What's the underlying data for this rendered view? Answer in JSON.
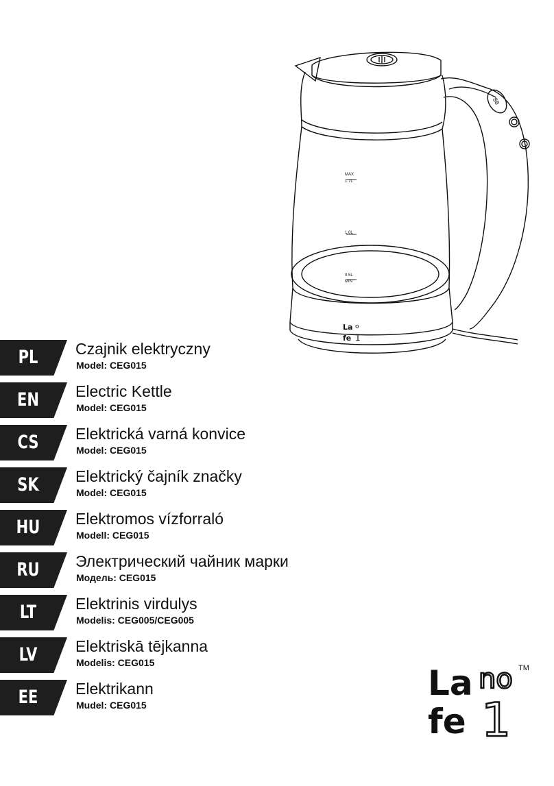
{
  "kettle": {
    "max_label": "MAX",
    "max_volume": "1.7L",
    "mid_volume": "1.0L",
    "min_volume": "0.5L",
    "min_label": "MIN",
    "display_value": "88",
    "badge_line1": "La",
    "badge_o": "o",
    "badge_line2": "fe",
    "badge_1": "1"
  },
  "languages": [
    {
      "code": "PL",
      "title": "Czajnik elektryczny",
      "model": "Model: CEG015"
    },
    {
      "code": "EN",
      "title": "Electric Kettle",
      "model": "Model: CEG015"
    },
    {
      "code": "CS",
      "title": "Elektrická varná konvice",
      "model": "Model: CEG015"
    },
    {
      "code": "SK",
      "title": "Elektrický čajník značky",
      "model": "Model: CEG015"
    },
    {
      "code": "HU",
      "title": "Elektromos vízforraló",
      "model": "Modell: CEG015"
    },
    {
      "code": "RU",
      "title": "Электрический чайник марки",
      "model": "Модель: CEG015"
    },
    {
      "code": "LT",
      "title": "Elektrinis virdulys",
      "model": "Modelis: CEG005/CEG005"
    },
    {
      "code": "LV",
      "title": "Elektriskā tējkanna",
      "model": "Modelis: CEG015"
    },
    {
      "code": "EE",
      "title": "Elektrikann",
      "model": "Mudel: CEG015"
    }
  ],
  "logo": {
    "la": "La",
    "no": "no",
    "fe": "fe",
    "one": "1",
    "tm": "TM"
  }
}
